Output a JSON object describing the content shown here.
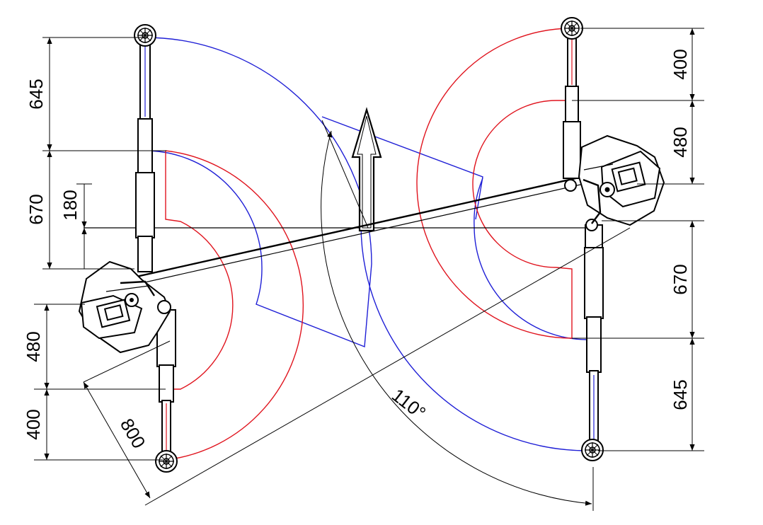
{
  "dimensions": {
    "left": {
      "d645": "645",
      "d670": "670",
      "d180": "180",
      "d480": "480",
      "d400": "400"
    },
    "right": {
      "d400": "400",
      "d480": "480",
      "d670": "670",
      "d645": "645"
    },
    "span": "800",
    "angle": "110°"
  },
  "colors": {
    "reach_outer": "#1f1fd6",
    "reach_inner": "#e0141e",
    "line": "#000000"
  }
}
